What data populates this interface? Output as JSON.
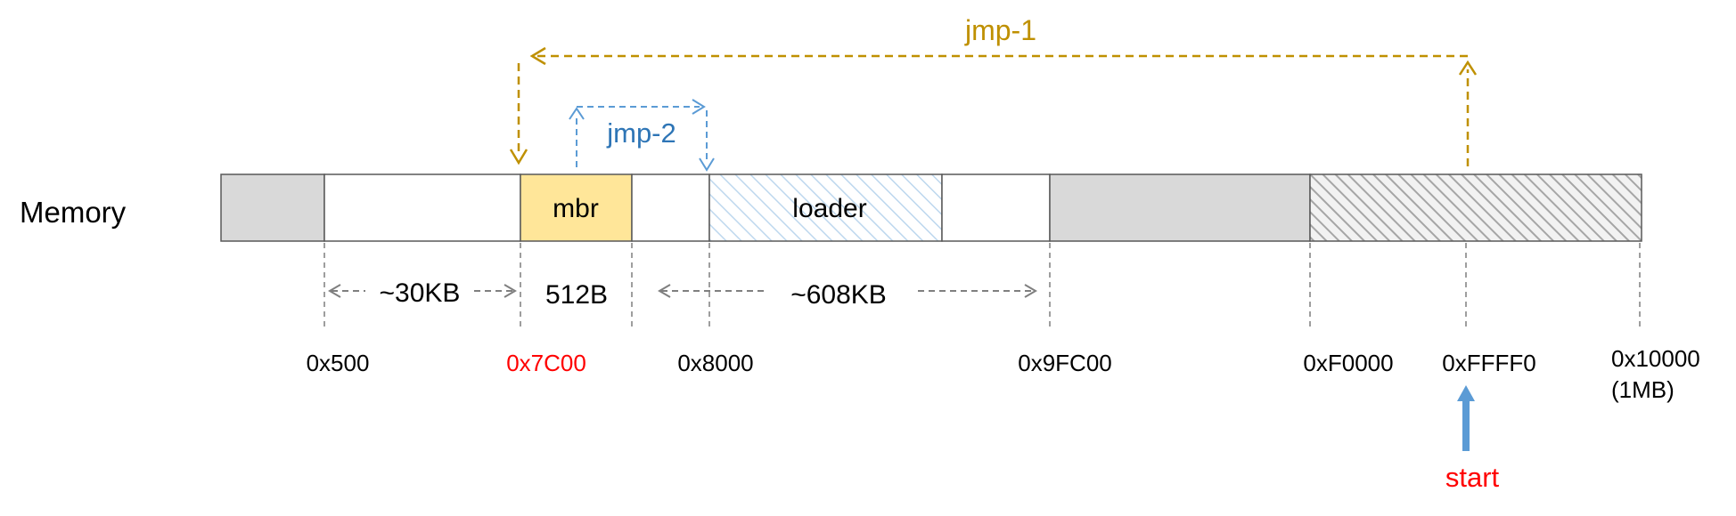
{
  "row_label": "Memory",
  "segments": {
    "mbr": "mbr",
    "loader": "loader"
  },
  "sizes": {
    "a": "~30KB",
    "b": "512B",
    "c": "~608KB"
  },
  "addresses": {
    "a500": "0x500",
    "a7c00": "0x7C00",
    "a8000": "0x8000",
    "a9fc00": "0x9FC00",
    "af0000": "0xF0000",
    "affff0": "0xFFFF0",
    "a10000": "0x10000",
    "a10000_note": "(1MB)"
  },
  "jumps": {
    "jmp1": "jmp-1",
    "jmp2": "jmp-2"
  },
  "start_label": "start",
  "colors": {
    "gray_fill": "#d9d9d9",
    "mbr_fill": "#ffe699",
    "loader_hatch": "#bdd7ee",
    "rom_hatch": "#bfbfbf",
    "jmp1": "#bf9000",
    "jmp2": "#5b9bd5",
    "highlight_red": "#ff0000",
    "start_arrow": "#5b9bd5",
    "dashed_gray": "#7f7f7f"
  }
}
